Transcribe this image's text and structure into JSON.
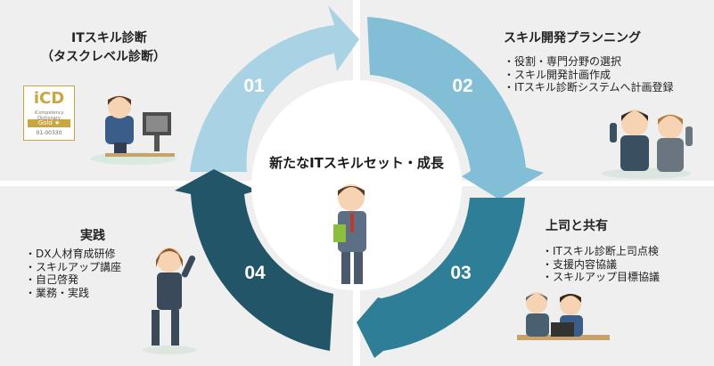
{
  "center_label": "新たなITスキルセット・成長",
  "steps": [
    {
      "number": "01",
      "title_lines": [
        "ITスキル診断",
        "（タスクレベル診断）"
      ],
      "items": []
    },
    {
      "number": "02",
      "title_lines": [
        "スキル開発プランニング"
      ],
      "items": [
        "・役割・専門分野の選択",
        "・スキル開発計画作成",
        "・ITスキル診断システムへ計画登録"
      ]
    },
    {
      "number": "03",
      "title_lines": [
        "上司と共有"
      ],
      "items": [
        "・ITスキル診断上司点検",
        "・支援内容協議",
        "・スキルアップ目標協議"
      ]
    },
    {
      "number": "04",
      "title_lines": [
        "実践"
      ],
      "items": [
        "・DX人材育成研修",
        "・スキルアップ講座",
        "・自己啓発",
        "・業務・実践"
      ]
    }
  ],
  "badge": {
    "logo": "iCD",
    "subtitle": "iCompetency Dictionary",
    "level": "Gold ★",
    "number": "01-00330"
  },
  "colors": {
    "segment_01": "#a9d3e4",
    "segment_02": "#82bfd6",
    "segment_03": "#2f7e97",
    "segment_04": "#215567",
    "panel_bg": "#efefef"
  }
}
